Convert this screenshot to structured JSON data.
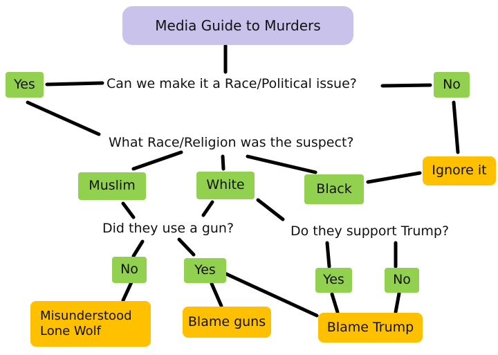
{
  "title": "Media Guide to Murders",
  "q1": "Can we make it a Race/Political issue?",
  "q1_yes": "Yes",
  "q1_no": "No",
  "ignore": "Ignore it",
  "q2": "What Race/Religion was the suspect?",
  "muslim": "Muslim",
  "white": "White",
  "black": "Black",
  "q3": "Did they use a gun?",
  "q3_no": "No",
  "q3_yes": "Yes",
  "q4": "Do they support Trump?",
  "q4_yes": "Yes",
  "q4_no": "No",
  "misunderstood_line1": "Misunderstood",
  "misunderstood_line2": "Lone Wolf",
  "blame_guns": "Blame guns",
  "blame_trump": "Blame Trump",
  "colors": {
    "green": "#92d050",
    "orange": "#ffc000",
    "purple": "#c9c3ec"
  }
}
